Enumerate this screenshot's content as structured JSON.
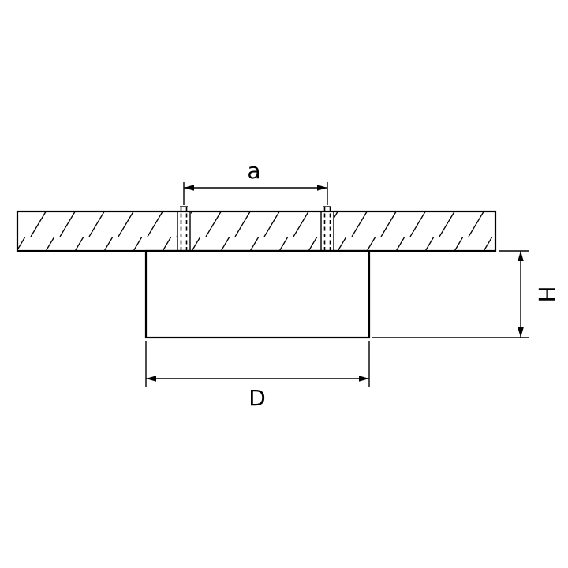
{
  "diagram": {
    "type": "technical-drawing-cross-section",
    "labels": {
      "a": "a",
      "D": "D",
      "H": "H"
    },
    "ink_color": "#000000",
    "background_color": "#ffffff"
  }
}
